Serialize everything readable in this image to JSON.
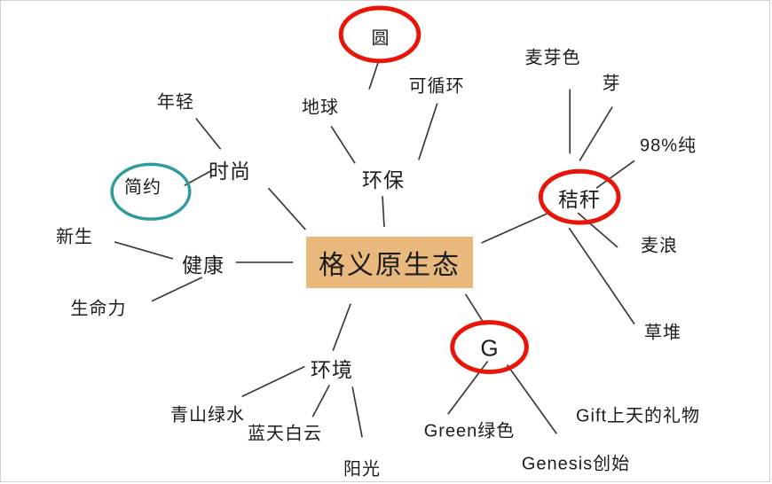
{
  "mindmap": {
    "root": {
      "label": "格义原生态"
    },
    "branches": [
      {
        "label": "时尚",
        "children": [
          {
            "label": "年轻"
          },
          {
            "label": "简约",
            "circled": "teal"
          }
        ]
      },
      {
        "label": "健康",
        "children": [
          {
            "label": "新生"
          },
          {
            "label": "生命力"
          }
        ]
      },
      {
        "label": "环保",
        "children": [
          {
            "label": "圆",
            "circled": "red"
          },
          {
            "label": "地球"
          },
          {
            "label": "可循环"
          }
        ]
      },
      {
        "label": "秸秆",
        "circled": "red",
        "children": [
          {
            "label": "麦芽色"
          },
          {
            "label": "芽"
          },
          {
            "label": "98%纯"
          },
          {
            "label": "麦浪"
          },
          {
            "label": "草堆"
          }
        ]
      },
      {
        "label": "环境",
        "children": [
          {
            "label": "青山绿水"
          },
          {
            "label": "蓝天白云"
          },
          {
            "label": "阳光"
          }
        ]
      },
      {
        "label": "G",
        "circled": "red",
        "children": [
          {
            "label": "Green绿色"
          },
          {
            "label": "Genesis创始"
          },
          {
            "label": "Gift上天的礼物"
          }
        ]
      }
    ],
    "colors": {
      "root_bg": "#e9b87c",
      "highlight_red": "#ea1509",
      "highlight_teal": "#2f9b9c",
      "line": "#3a3a3a",
      "text": "#1c1c1c"
    }
  }
}
